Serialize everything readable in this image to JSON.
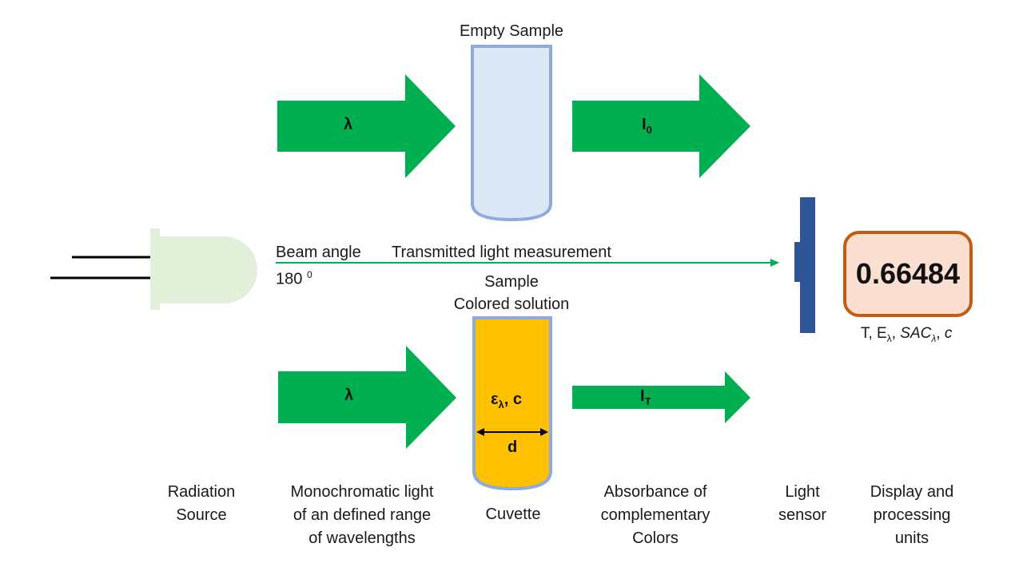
{
  "top_path": {
    "tube_label": "Empty Sample",
    "input_symbol": "λ",
    "output_symbol": "I",
    "output_subscript": "0"
  },
  "beam": {
    "angle_label": "Beam angle",
    "angle_value": "180",
    "angle_superscript": "0",
    "measurement_label": "Transmitted light measurement"
  },
  "bottom_path": {
    "sample_label": "Sample",
    "solution_label": "Colored solution",
    "input_symbol": "λ",
    "epsilon": "ε",
    "epsilon_subscript": "λ",
    "concentration": ", c",
    "path_length": "d",
    "output_symbol": "I",
    "output_subscript": "T"
  },
  "display": {
    "value": "0.66484",
    "caption_t": "T, E",
    "caption_sub1": "λ",
    "caption_sac": "SAC",
    "caption_sub2": "λ",
    "caption_c": "c"
  },
  "bottom_labels": {
    "source": [
      "Radiation",
      "Source"
    ],
    "mono": [
      "Monochromatic light",
      "of an defined range",
      "of wavelengths"
    ],
    "cuvette": [
      "Cuvette"
    ],
    "absorbance": [
      "Absorbance of",
      "complementary",
      "Colors"
    ],
    "sensor": [
      "Light",
      "sensor"
    ],
    "display": [
      "Display and",
      "processing",
      "units"
    ]
  },
  "colors": {
    "arrow_green": "#00b050",
    "empty_tube_fill": "#dce8f6",
    "tube_border": "#8faadc",
    "solution_fill": "#ffc000",
    "led_fill": "#e2f0d9",
    "sensor_blue": "#2f5597",
    "display_border": "#c55a11",
    "display_fill": "#fbe0d2"
  }
}
